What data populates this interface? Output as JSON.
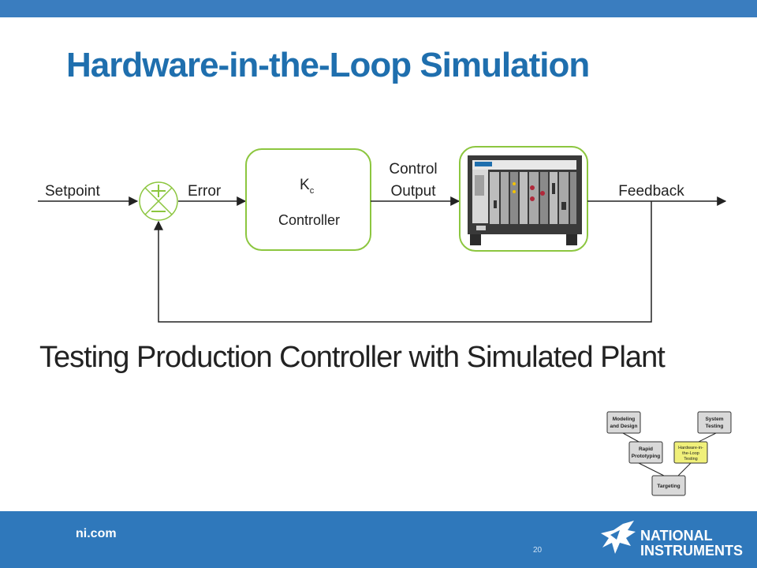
{
  "slide": {
    "title": "Hardware-in-the-Loop Simulation",
    "subtitle": "Testing Production Controller with Simulated Plant",
    "page_number": "20"
  },
  "diagram": {
    "labels": {
      "setpoint": "Setpoint",
      "error": "Error",
      "kc_main": "K",
      "kc_sub": "c",
      "controller": "Controller",
      "control_line1": "Control",
      "control_line2": "Output",
      "feedback": "Feedback",
      "plus": "+",
      "minus": "−"
    },
    "colors": {
      "box_border": "#8cc63f",
      "line": "#222222",
      "chassis": "#3a3a3a"
    },
    "icons": {
      "plant": "pxi-chassis-icon",
      "summing": "summing-junction-icon"
    }
  },
  "vdiagram": {
    "nodes": {
      "modeling": [
        "Modeling",
        "and Design"
      ],
      "system": [
        "System",
        "Testing"
      ],
      "rapid": [
        "Rapid",
        "Prototyping"
      ],
      "hil": [
        "Hardware-in-",
        "the-Loop",
        "Testing"
      ],
      "targeting": [
        "Targeting"
      ]
    },
    "colors": {
      "node_fill": "#d9d9d9",
      "highlight_fill": "#f0f07a"
    }
  },
  "footer": {
    "url": "ni.com",
    "logo_line1": "NATIONAL",
    "logo_line2": "INSTRUMENTS",
    "logo_icon": "ni-eagle-logo-icon"
  }
}
